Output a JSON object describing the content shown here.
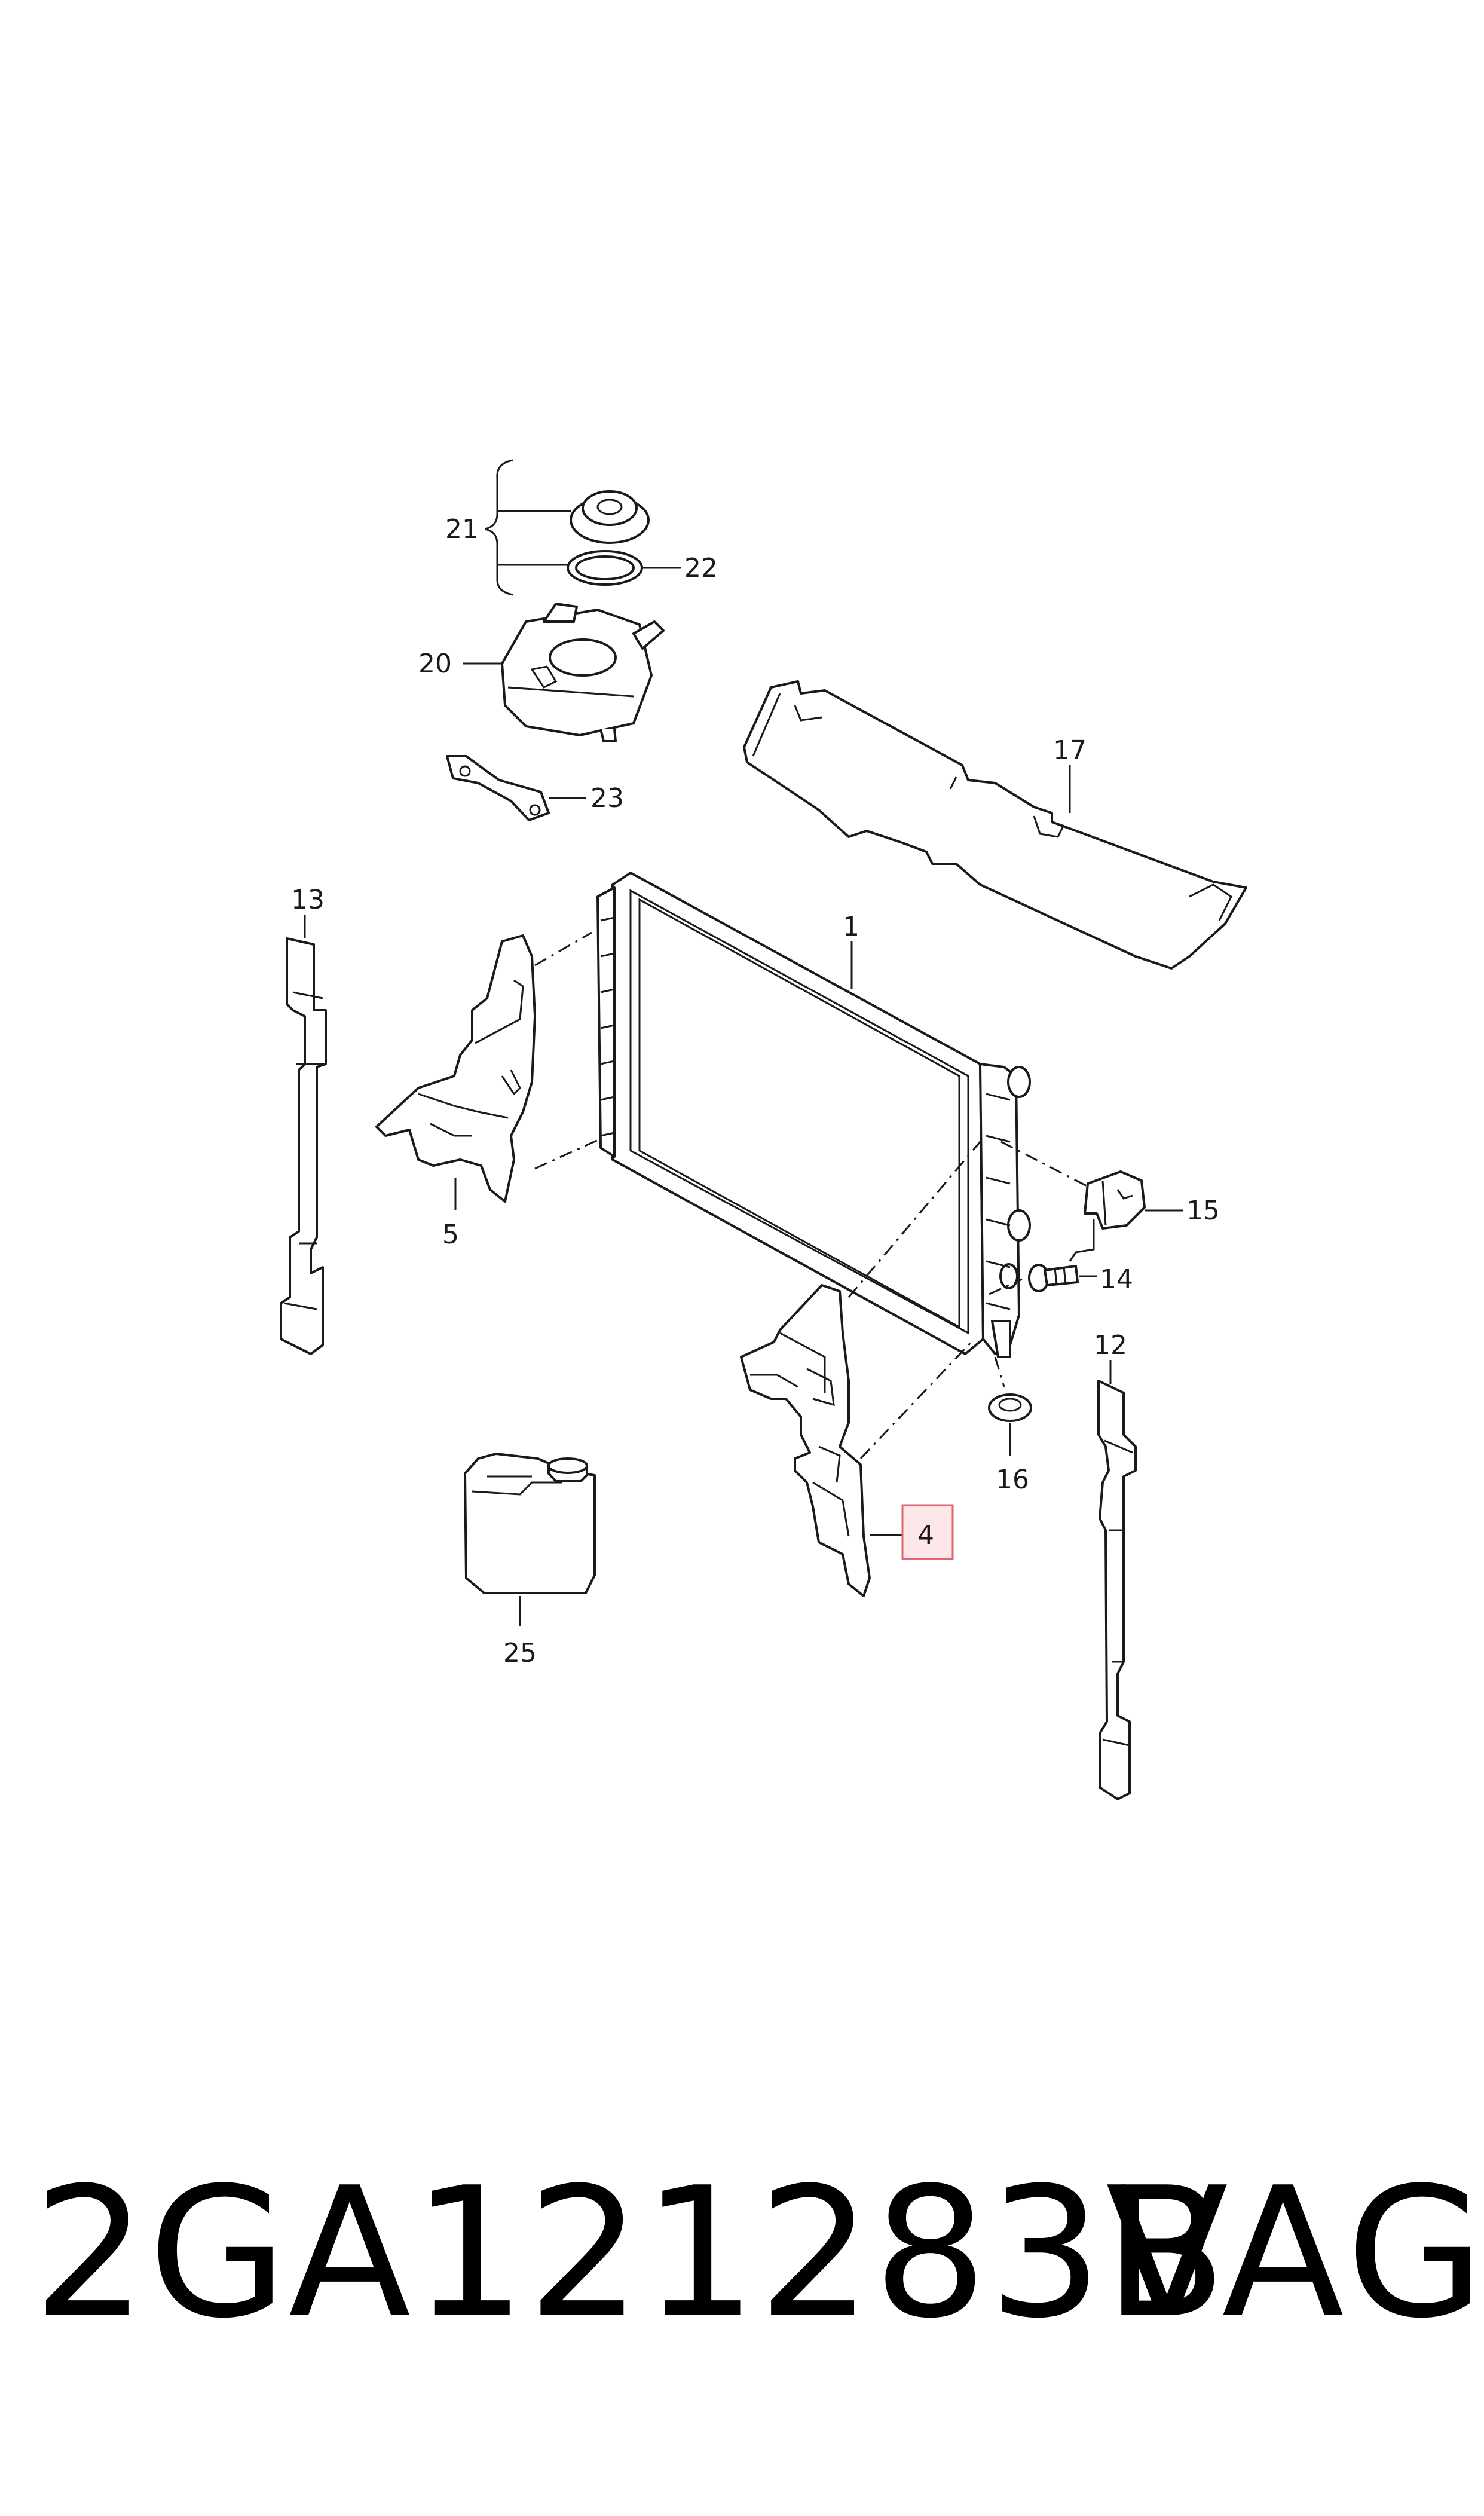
{
  "diagram": {
    "callouts": {
      "c1": "1",
      "c4": "4",
      "c5": "5",
      "c12": "12",
      "c13": "13",
      "c14": "14",
      "c15": "15",
      "c16": "16",
      "c17": "17",
      "c20": "20",
      "c21": "21",
      "c22": "22",
      "c23": "23",
      "c25": "25"
    },
    "highlighted_callout": "4",
    "highlight_color": "#e0646e"
  },
  "footer": {
    "part_number": "2GA121283B",
    "brand": "VAG"
  }
}
